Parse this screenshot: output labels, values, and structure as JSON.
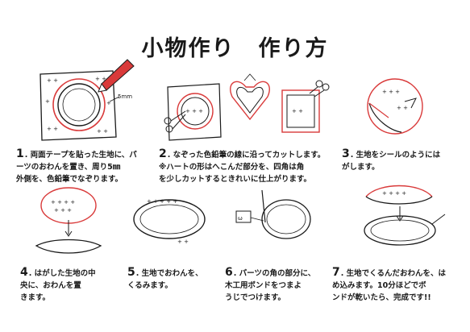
{
  "title": "小物作り　作り方",
  "steps": [
    {
      "num": "1",
      "lines": [
        ". 両面テープを貼った生地に、パ",
        "ーツのおわんを置き、周り5㎜",
        "外側を、色鉛筆でなぞります。"
      ]
    },
    {
      "num": "2",
      "lines": [
        ". なぞった色鉛筆の線に沿ってカットします。",
        "※ハートの形はへこんだ部分を、四角は角",
        "を少しカットするときれいに仕上がります。"
      ]
    },
    {
      "num": "3",
      "lines": [
        ". 生地をシールのようには",
        "がします。"
      ]
    },
    {
      "num": "4",
      "lines": [
        ". はがした生地の中",
        "央に、おわんを置",
        "きます。"
      ]
    },
    {
      "num": "5",
      "lines": [
        ". 生地でおわんを、",
        "くるみます。"
      ]
    },
    {
      "num": "6",
      "lines": [
        ". パーツの角の部分に、",
        "木工用ボンドをつまよ",
        "うじでつけます。"
      ]
    },
    {
      "num": "7",
      "lines": [
        ". 生地でくるんだおわんを、は",
        "め込みます。10分ほどでボ",
        "ンドが乾いたら、完成です!!"
      ]
    }
  ],
  "labels": {
    "margin_note": "5mm"
  },
  "colors": {
    "ink": "#1a1a1a",
    "accent": "#d93a3a"
  }
}
